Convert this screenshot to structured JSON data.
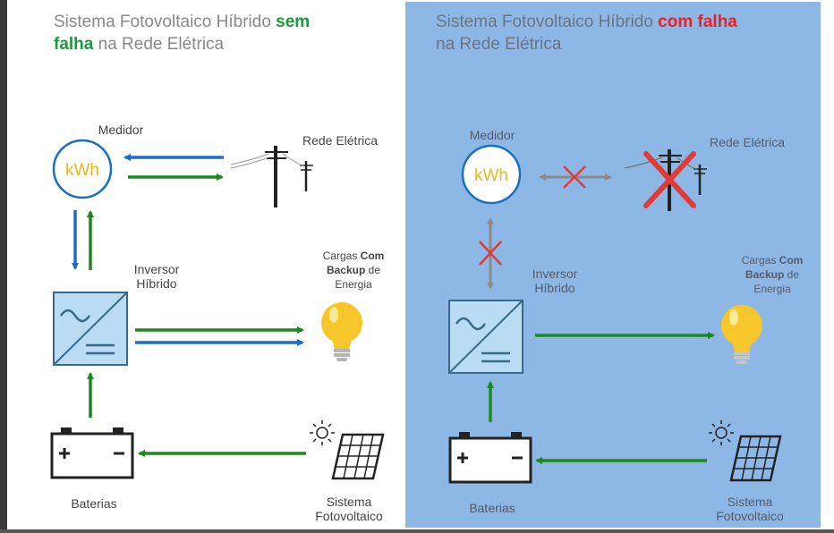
{
  "colors": {
    "green": "#1a8a1a",
    "blue": "#1a6fc4",
    "gray_arrow": "#8a8a8a",
    "red_x": "#e03a3a",
    "bulb_yellow": "#f7c62b",
    "kwh_yellow": "#f0b51a",
    "panel_bg": "#8db8e6",
    "inverter_fill": "#b9dcf4"
  },
  "left": {
    "title_part1": "Sistema Fotovoltaico Híbrido ",
    "title_em": "sem",
    "title_part2_em": "falha",
    "title_part3": " na Rede Elétrica",
    "meter_label": "Medidor",
    "meter_text": "kWh",
    "grid_label": "Rede Elétrica",
    "inverter_label_1": "Inversor",
    "inverter_label_2": "Híbrido",
    "loads_label_1": "Cargas ",
    "loads_label_1b": "Com",
    "loads_label_2b": "Backup",
    "loads_label_2": " de",
    "loads_label_3": "Energia",
    "battery_label": "Baterias",
    "pv_label_1": "Sistema",
    "pv_label_2": "Fotovoltaico"
  },
  "right": {
    "title_part1": "Sistema Fotovoltaico Híbrido ",
    "title_em": "com falha",
    "title_part3": "na Rede Elétrica",
    "meter_label": "Medidor",
    "meter_text": "kWh",
    "grid_label": "Rede Elétrica",
    "inverter_label_1": "Inversor",
    "inverter_label_2": "Híbrido",
    "loads_label_1": "Cargas ",
    "loads_label_1b": "Com",
    "loads_label_2b": "Backup",
    "loads_label_2": " de",
    "loads_label_3": "Energia",
    "battery_label": "Baterias",
    "pv_label_1": "Sistema",
    "pv_label_2": "Fotovoltaico"
  }
}
